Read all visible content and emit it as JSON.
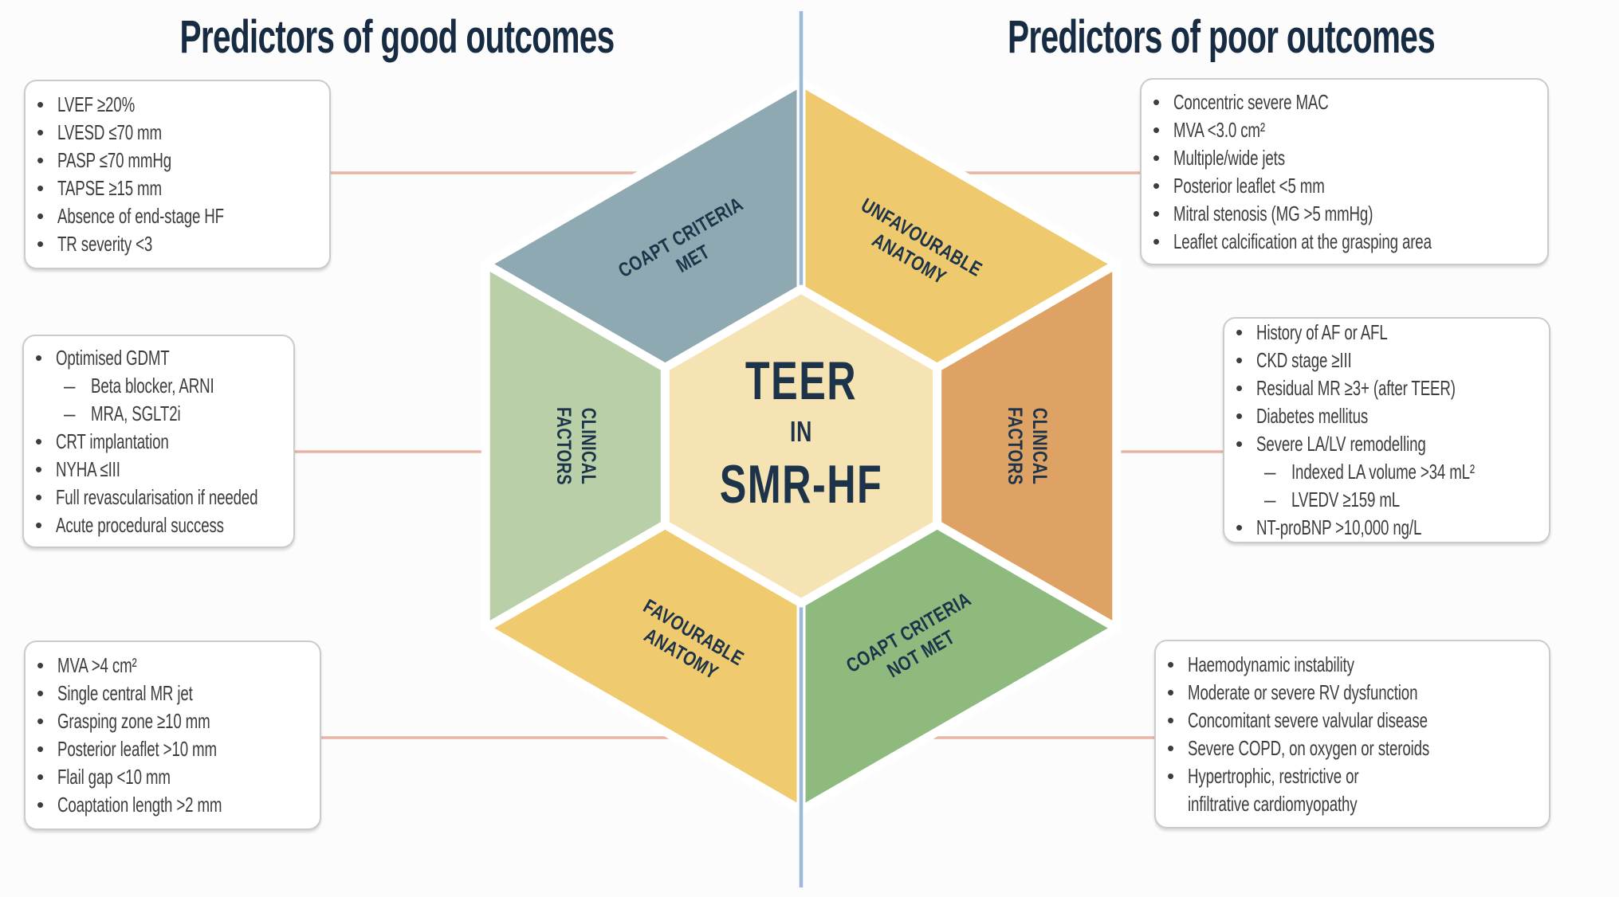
{
  "header": {
    "left_title": "Predictors of good outcomes",
    "right_title": "Predictors of poor outcomes"
  },
  "hexagon": {
    "center": {
      "line1": "TEER",
      "line2": "IN",
      "line3": "SMR-HF"
    },
    "segments": {
      "top_left": {
        "label": "COAPT CRITERIA\nMET"
      },
      "top_right": {
        "label": "UNFAVOURABLE\nANATOMY"
      },
      "left": {
        "label": "CLINICAL\nFACTORS"
      },
      "right": {
        "label": "CLINICAL\nFACTORS"
      },
      "bottom_left": {
        "label": "FAVOURABLE\nANATOMY"
      },
      "bottom_right": {
        "label": "COAPT CRITERIA\nNOT MET"
      }
    }
  },
  "boxes": {
    "left_top": {
      "items": [
        {
          "text": "LVEF ≥20%",
          "level": 0
        },
        {
          "text": "LVESD ≤70 mm",
          "level": 0
        },
        {
          "text": "PASP ≤70 mmHg",
          "level": 0
        },
        {
          "text": "TAPSE ≥15 mm",
          "level": 0
        },
        {
          "text": "Absence of end-stage HF",
          "level": 0
        },
        {
          "text": "TR severity <3",
          "level": 0
        }
      ]
    },
    "left_mid": {
      "items": [
        {
          "text": "Optimised GDMT",
          "level": 0
        },
        {
          "text": "Beta blocker, ARNI",
          "level": 1
        },
        {
          "text": "MRA, SGLT2i",
          "level": 1
        },
        {
          "text": "CRT implantation",
          "level": 0
        },
        {
          "text": "NYHA ≤III",
          "level": 0
        },
        {
          "text": "Full revascularisation if needed",
          "level": 0
        },
        {
          "text": "Acute procedural success",
          "level": 0
        }
      ]
    },
    "left_bottom": {
      "items": [
        {
          "text": "MVA >4 cm²",
          "level": 0
        },
        {
          "text": "Single central MR jet",
          "level": 0
        },
        {
          "text": "Grasping zone ≥10 mm",
          "level": 0
        },
        {
          "text": "Posterior leaflet >10 mm",
          "level": 0
        },
        {
          "text": "Flail gap <10 mm",
          "level": 0
        },
        {
          "text": "Coaptation length >2 mm",
          "level": 0
        }
      ]
    },
    "right_top": {
      "items": [
        {
          "text": "Concentric severe MAC",
          "level": 0
        },
        {
          "text": "MVA <3.0 cm²",
          "level": 0
        },
        {
          "text": "Multiple/wide jets",
          "level": 0
        },
        {
          "text": "Posterior leaflet <5 mm",
          "level": 0
        },
        {
          "text": "Mitral stenosis (MG >5 mmHg)",
          "level": 0
        },
        {
          "text": "Leaflet calcification at the grasping area",
          "level": 0
        }
      ]
    },
    "right_mid": {
      "items": [
        {
          "text": "History of AF or AFL",
          "level": 0
        },
        {
          "text": "CKD stage ≥III",
          "level": 0
        },
        {
          "text": "Residual MR ≥3+ (after TEER)",
          "level": 0
        },
        {
          "text": "Diabetes mellitus",
          "level": 0
        },
        {
          "text": "Severe LA/LV remodelling",
          "level": 0
        },
        {
          "text": "Indexed LA volume >34 mL²",
          "level": 1
        },
        {
          "text": "LVEDV ≥159 mL",
          "level": 1
        },
        {
          "text": "NT-proBNP >10,000 ng/L",
          "level": 0
        }
      ]
    },
    "right_bottom": {
      "items": [
        {
          "text": "Haemodynamic instability",
          "level": 0
        },
        {
          "text": "Moderate or severe RV dysfunction",
          "level": 0
        },
        {
          "text": "Concomitant severe valvular disease",
          "level": 0
        },
        {
          "text": "Severe COPD, on oxygen or steroids",
          "level": 0
        },
        {
          "text": "Hypertrophic, restrictive or",
          "level": 0
        },
        {
          "text": "infiltrative cardiomyopathy",
          "level": 2
        }
      ]
    }
  },
  "colors": {
    "segment_top_left": "#8FA9B2",
    "segment_top_right": "#EFC96D",
    "segment_left": "#B9CFA8",
    "segment_right": "#DDA264",
    "segment_bottom_left": "#F0CA6E",
    "segment_bottom_right": "#8EBA7E",
    "center_fill": "#F6E3B3",
    "divider": "#9CB9D8",
    "connector": "#E8B4A5",
    "title_text": "#172C42",
    "hex_text": "#1C3349",
    "body_text": "#3D3D3D",
    "box_border": "#CBCBCB"
  }
}
